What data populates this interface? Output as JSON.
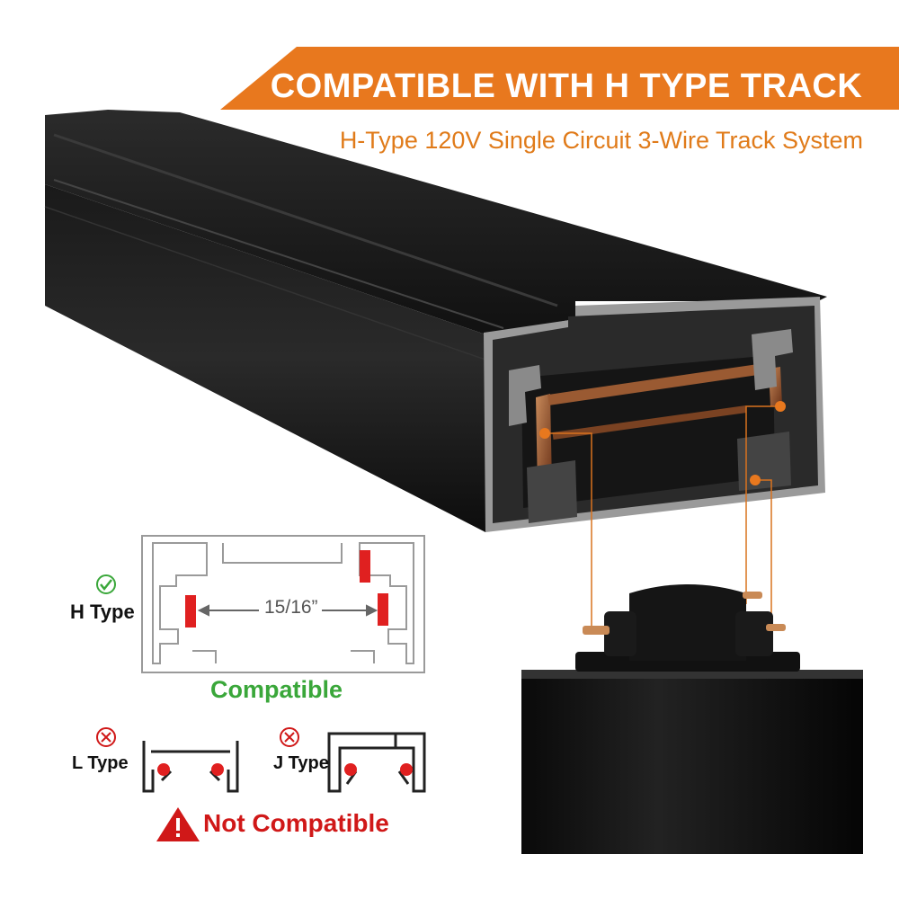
{
  "header": {
    "title": "COMPATIBLE WITH H TYPE TRACK",
    "subtitle": "H-Type 120V Single Circuit 3-Wire Track System",
    "banner_color": "#e8781e"
  },
  "diagram": {
    "h_type_label": "H Type",
    "dimension_label": "15/16”",
    "compatible_label": "Compatible",
    "l_type_label": "L Type",
    "j_type_label": "J Type",
    "not_compatible_label": "Not Compatible",
    "ok_color": "#3aa73a",
    "bad_color": "#d01818"
  },
  "icons": {
    "compatible": "check-circle-icon",
    "incompatible": "x-circle-icon",
    "warning": "warning-triangle-icon"
  }
}
